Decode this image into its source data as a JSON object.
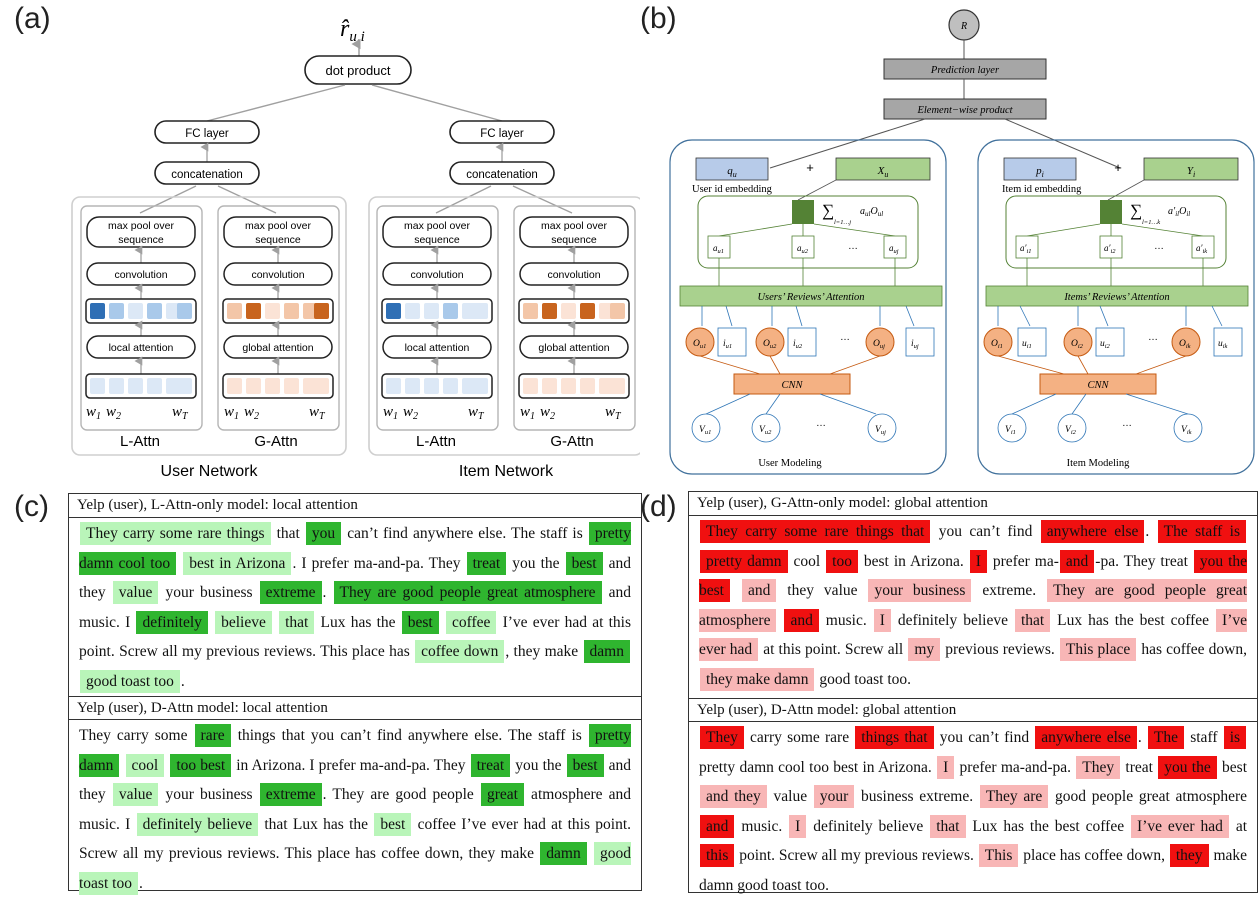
{
  "panels": {
    "a": "(a)",
    "b": "(b)",
    "c": "(c)",
    "d": "(d)"
  },
  "diagram_a": {
    "output": "r̂",
    "output_sub": "u,i",
    "dot_product": "dot product",
    "fc_layer": "FC layer",
    "concatenation": "concatenation",
    "max_pool_line1": "max pool over",
    "max_pool_line2": "sequence",
    "convolution": "convolution",
    "local_attention": "local attention",
    "global_attention": "global attention",
    "w1": "w",
    "w1_sub": "1",
    "w2": "w",
    "w2_sub": "2",
    "wT": "w",
    "wT_sub": "T",
    "l_attn": "L-Attn",
    "g_attn": "G-Attn",
    "user_network": "User Network",
    "item_network": "Item Network",
    "colors": {
      "blue_dark": "#2f6fb5",
      "blue_mid": "#a9c9ea",
      "blue_light": "#dce8f6",
      "orange_dark": "#c8641e",
      "orange_mid": "#f3c6a8",
      "orange_light": "#fbe3d6"
    }
  },
  "diagram_b": {
    "r": "R",
    "prediction_layer": "Prediction layer",
    "element_wise": "Element−wise product",
    "qu": "q",
    "qu_sub": "u",
    "xu": "X",
    "xu_sub": "u",
    "pi": "p",
    "pi_sub": "i",
    "yi": "Y",
    "yi_sub": "i",
    "plus": "+",
    "user_id_embedding": "User id embedding",
    "item_id_embedding": "Item id embedding",
    "sum_user": "a",
    "sum_user_rest": "O",
    "sum_user_limit": "l=1…j",
    "sum_user_sub1": "ul",
    "sum_user_sub2": "ul",
    "sum_item": "a′",
    "sum_item_rest": "O",
    "sum_item_limit": "l=1…k",
    "sum_item_sub1": "il",
    "sum_item_sub2": "il",
    "sigma": "∑",
    "a_u": [
      "u1",
      "u2",
      "uj"
    ],
    "a_i": [
      "i1",
      "i2",
      "ik"
    ],
    "a_sym": "a",
    "a_prime_sym": "a′",
    "dots": "…",
    "users_reviews_attention": "Users’ Reviews’ Attention",
    "items_reviews_attention": "Items’ Reviews’ Attention",
    "o_sym": "O",
    "o_u": [
      "u1",
      "u2",
      "uj"
    ],
    "o_i": [
      "i1",
      "i2",
      "ik"
    ],
    "iu_sym": "i",
    "iu": [
      "u1",
      "u2",
      "uj"
    ],
    "ui_sym": "u",
    "ui": [
      "i1",
      "i2",
      "ik"
    ],
    "cnn": "CNN",
    "v_sym": "V",
    "v_u": [
      "u1",
      "u2",
      "uj"
    ],
    "v_i": [
      "i1",
      "i2",
      "ik"
    ],
    "user_modeling": "User Modeling",
    "item_modeling": "Item Modeling",
    "colors": {
      "blue_box": "#b7cbe9",
      "green_box": "#a9d18e",
      "green_dark": "#548235",
      "orange": "#f4b183",
      "gray": "#a6a6a6",
      "frame": "#41719c"
    }
  },
  "text_c": {
    "header1": "Yelp (user), L-Attn-only model: local attention",
    "header2": "Yelp (user), D-Attn model: local attention",
    "p1": [
      [
        "They carry some rare things",
        "g1"
      ],
      [
        " that ",
        ""
      ],
      [
        "you",
        "g2"
      ],
      [
        " can’t find anywhere else. The staff is ",
        ""
      ],
      [
        "pretty damn cool too",
        "g2"
      ],
      [
        " ",
        ""
      ],
      [
        "best in Arizona",
        "g1"
      ],
      [
        ". I prefer ma-and-pa. They ",
        ""
      ],
      [
        "treat",
        "g2"
      ],
      [
        " you the ",
        ""
      ],
      [
        "best",
        "g2"
      ],
      [
        " and they ",
        ""
      ],
      [
        "value",
        "g1"
      ],
      [
        " your business ",
        ""
      ],
      [
        "extreme",
        "g2"
      ],
      [
        ". ",
        ""
      ],
      [
        "They are good people great atmosphere",
        "g2"
      ],
      [
        " and music. I ",
        ""
      ],
      [
        "definitely",
        "g2"
      ],
      [
        " ",
        ""
      ],
      [
        "believe",
        "g1"
      ],
      [
        " ",
        ""
      ],
      [
        "that",
        "g1"
      ],
      [
        " Lux has the ",
        ""
      ],
      [
        "best",
        "g2"
      ],
      [
        " ",
        ""
      ],
      [
        "coffee",
        "g1"
      ],
      [
        " I’ve ever had at this point. Screw all my previous reviews. This place has ",
        ""
      ],
      [
        "coffee down",
        "g1"
      ],
      [
        ", they make ",
        ""
      ],
      [
        "damn",
        "g2"
      ],
      [
        " ",
        ""
      ],
      [
        "good toast too",
        "g1"
      ],
      [
        ".",
        ""
      ]
    ],
    "p2": [
      [
        "They carry some ",
        ""
      ],
      [
        "rare",
        "g2"
      ],
      [
        " things that you can’t find anywhere else. The staff is ",
        ""
      ],
      [
        "pretty damn",
        "g2"
      ],
      [
        " ",
        ""
      ],
      [
        "cool",
        "g1"
      ],
      [
        " ",
        ""
      ],
      [
        "too best",
        "g2"
      ],
      [
        " in Arizona. I prefer ma-and-pa. They ",
        ""
      ],
      [
        "treat",
        "g2"
      ],
      [
        " you the ",
        ""
      ],
      [
        "best",
        "g2"
      ],
      [
        " and they ",
        ""
      ],
      [
        "value",
        "g1"
      ],
      [
        " your business ",
        ""
      ],
      [
        "extreme",
        "g2"
      ],
      [
        ". They are good people ",
        ""
      ],
      [
        "great",
        "g2"
      ],
      [
        " atmosphere and music. I ",
        ""
      ],
      [
        "definitely believe",
        "g1"
      ],
      [
        " that Lux has the ",
        ""
      ],
      [
        "best",
        "g1"
      ],
      [
        " coffee I’ve ever had at this point. Screw all my previous reviews. This place has coffee down, they make ",
        ""
      ],
      [
        "damn",
        "g2"
      ],
      [
        " ",
        ""
      ],
      [
        "good toast too",
        "g1"
      ],
      [
        ".",
        ""
      ]
    ]
  },
  "text_d": {
    "header1": "Yelp (user), G-Attn-only model: global attention",
    "header2": "Yelp (user), D-Attn model: global attention",
    "p1": [
      [
        "They carry some rare things that",
        "r2"
      ],
      [
        " you can’t find ",
        ""
      ],
      [
        "anywhere else",
        "r2"
      ],
      [
        ". ",
        ""
      ],
      [
        "The staff is",
        "r2"
      ],
      [
        " ",
        ""
      ],
      [
        "pretty damn",
        "r2"
      ],
      [
        " cool ",
        ""
      ],
      [
        "too",
        "r2"
      ],
      [
        " best in Arizona. ",
        ""
      ],
      [
        "I",
        "r2"
      ],
      [
        " prefer ma-",
        ""
      ],
      [
        "and",
        "r2"
      ],
      [
        "-pa. They treat ",
        ""
      ],
      [
        "you the best",
        "r2"
      ],
      [
        " ",
        ""
      ],
      [
        "and",
        "r1"
      ],
      [
        " they value ",
        ""
      ],
      [
        "your business",
        "r1"
      ],
      [
        " extreme. ",
        ""
      ],
      [
        "They are good people great atmosphere",
        "r1"
      ],
      [
        " ",
        ""
      ],
      [
        "and",
        "r2"
      ],
      [
        " music. ",
        ""
      ],
      [
        "I",
        "r1"
      ],
      [
        " definitely believe ",
        ""
      ],
      [
        "that",
        "r1"
      ],
      [
        " Lux has the best coffee ",
        ""
      ],
      [
        "I’ve ever had",
        "r1"
      ],
      [
        " at this point. Screw all ",
        ""
      ],
      [
        "my",
        "r1"
      ],
      [
        " previous reviews. ",
        ""
      ],
      [
        "This place",
        "r1"
      ],
      [
        " has coffee down, ",
        ""
      ],
      [
        "they make damn",
        "r1"
      ],
      [
        " good toast too.",
        ""
      ]
    ],
    "p2": [
      [
        "They",
        "r2"
      ],
      [
        " carry some rare ",
        ""
      ],
      [
        "things that",
        "r2"
      ],
      [
        " you can’t find ",
        ""
      ],
      [
        "anywhere else",
        "r2"
      ],
      [
        ". ",
        ""
      ],
      [
        "The",
        "r2"
      ],
      [
        " staff ",
        ""
      ],
      [
        "is",
        "r2"
      ],
      [
        " pretty damn cool too best in Arizona. ",
        ""
      ],
      [
        "I",
        "r1"
      ],
      [
        " prefer ma-and-pa. ",
        ""
      ],
      [
        "They",
        "r1"
      ],
      [
        " treat ",
        ""
      ],
      [
        "you the",
        "r2"
      ],
      [
        " best ",
        ""
      ],
      [
        "and they",
        "r1"
      ],
      [
        " value ",
        ""
      ],
      [
        "your",
        "r1"
      ],
      [
        " business extreme. ",
        ""
      ],
      [
        "They are",
        "r1"
      ],
      [
        " good people great atmosphere ",
        ""
      ],
      [
        "and",
        "r2"
      ],
      [
        " music. ",
        ""
      ],
      [
        "I",
        "r1"
      ],
      [
        " definitely believe ",
        ""
      ],
      [
        "that",
        "r1"
      ],
      [
        " Lux has the best coffee ",
        ""
      ],
      [
        "I’ve ever had",
        "r1"
      ],
      [
        " at ",
        ""
      ],
      [
        "this",
        "r2"
      ],
      [
        " point. Screw all my previous reviews. ",
        ""
      ],
      [
        "This",
        "r1"
      ],
      [
        " place has coffee down, ",
        ""
      ],
      [
        "they",
        "r2"
      ],
      [
        " make damn good toast too.",
        ""
      ]
    ]
  }
}
